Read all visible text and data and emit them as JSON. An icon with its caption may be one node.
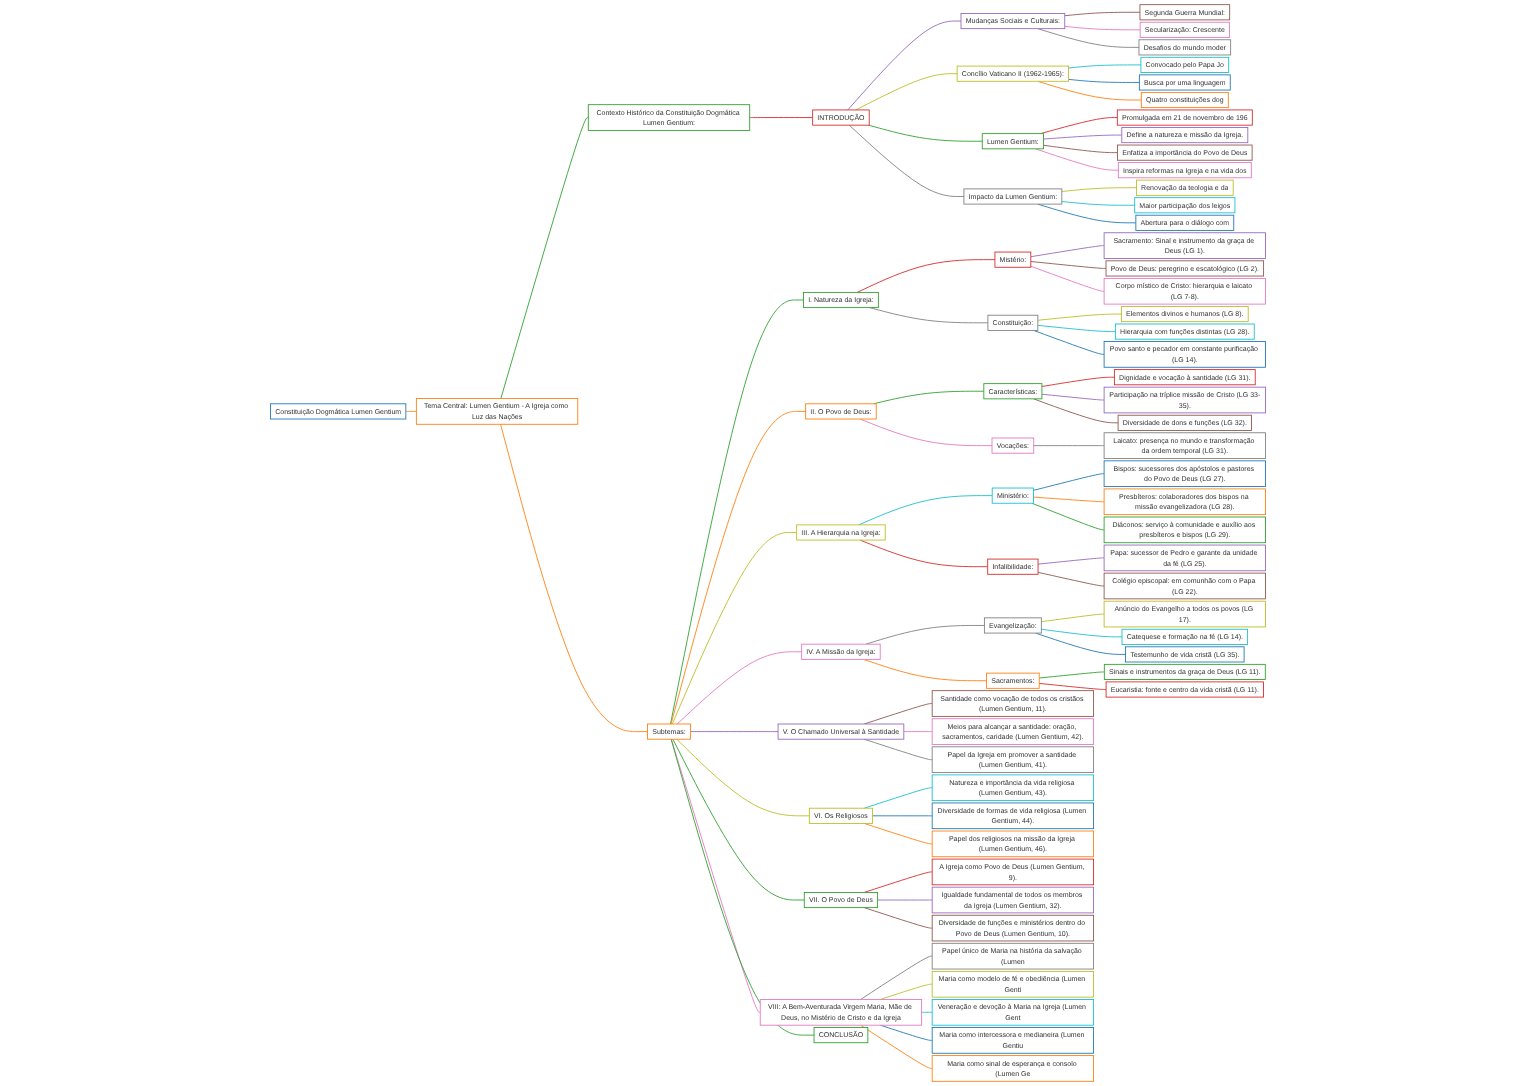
{
  "diagram": {
    "nodes": [
      {
        "text": [
          "Constituição Dogmática Lumen Gentium"
        ]
      },
      {
        "text": [
          "Tema Central: Lumen Gentium - A Igreja como Luz das Nações"
        ]
      },
      {
        "text": [
          "Contexto Histórico da Constituição Dogmática Lumen Gentium:"
        ]
      },
      {
        "text": [
          "INTRODUÇÃO"
        ]
      },
      {
        "text": [
          "Mudanças Sociais e Culturais:"
        ]
      },
      {
        "text": [
          "Segunda Guerra Mundial:"
        ]
      },
      {
        "text": [
          "Secularização: Crescente"
        ]
      },
      {
        "text": [
          "Desafios do mundo moder"
        ]
      },
      {
        "text": [
          "Concílio Vaticano II (1962-1965):"
        ]
      },
      {
        "text": [
          "Convocado pelo Papa Jo"
        ]
      },
      {
        "text": [
          "Busca por uma linguagem"
        ]
      },
      {
        "text": [
          "Quatro constituições dog"
        ]
      },
      {
        "text": [
          "Lumen Gentium:"
        ]
      },
      {
        "text": [
          "Promulgada em 21 de novembro de 196"
        ]
      },
      {
        "text": [
          "Define a natureza e missão da Igreja."
        ]
      },
      {
        "text": [
          "Enfatiza a importância do Povo de Deus"
        ]
      },
      {
        "text": [
          "Inspira reformas na Igreja e na vida dos"
        ]
      },
      {
        "text": [
          "Impacto da Lumen Gentium:"
        ]
      },
      {
        "text": [
          "Renovação da teologia e da"
        ]
      },
      {
        "text": [
          "Maior participação dos leigos"
        ]
      },
      {
        "text": [
          "Abertura para o diálogo com"
        ]
      },
      {
        "text": [
          "Subtemas:"
        ]
      },
      {
        "text": [
          "I. Natureza da Igreja:"
        ]
      },
      {
        "text": [
          "Mistério:"
        ]
      },
      {
        "text": [
          "Sacramento: Sinal e instrumento da graça de Deus (LG 1)."
        ]
      },
      {
        "text": [
          "Povo de Deus: peregrino e escatológico (LG 2)."
        ]
      },
      {
        "text": [
          "Corpo místico de Cristo: hierarquia e laicato (LG 7-8)."
        ]
      },
      {
        "text": [
          "Constituição:"
        ]
      },
      {
        "text": [
          "Elementos divinos e humanos (LG 8)."
        ]
      },
      {
        "text": [
          "Hierarquia com funções distintas (LG 28)."
        ]
      },
      {
        "text": [
          "Povo santo e pecador em constante purificação (LG 14)."
        ]
      },
      {
        "text": [
          "II. O Povo de Deus:"
        ]
      },
      {
        "text": [
          "Características:"
        ]
      },
      {
        "text": [
          "Dignidade e vocação à santidade (LG 31)."
        ]
      },
      {
        "text": [
          "Participação na tríplice missão de Cristo (LG 33-35)."
        ]
      },
      {
        "text": [
          "Diversidade de dons e funções (LG 32)."
        ]
      },
      {
        "text": [
          "Vocações:"
        ]
      },
      {
        "text": [
          "Laicato: presença no mundo e transformação da ordem temporal (LG 31)."
        ]
      },
      {
        "text": [
          "III. A Hierarquia na Igreja:"
        ]
      },
      {
        "text": [
          "Ministério:"
        ]
      },
      {
        "text": [
          "Bispos: sucessores dos apóstolos e pastores do Povo de Deus (LG 27)."
        ]
      },
      {
        "text": [
          "Presbíteros: colaboradores dos bispos na missão evangelizadora (LG 28)."
        ]
      },
      {
        "text": [
          "Diáconos: serviço à comunidade e auxílio aos presbíteros e bispos (LG 29)."
        ]
      },
      {
        "text": [
          "Infalibilidade:"
        ]
      },
      {
        "text": [
          "Papa: sucessor de Pedro e garante da unidade da fé (LG 25)."
        ]
      },
      {
        "text": [
          "Colégio episcopal: em comunhão com o Papa (LG 22)."
        ]
      },
      {
        "text": [
          "IV. A Missão da Igreja:"
        ]
      },
      {
        "text": [
          "Evangelização:"
        ]
      },
      {
        "text": [
          "Anúncio do Evangelho a todos os povos (LG 17)."
        ]
      },
      {
        "text": [
          "Catequese e formação na fé (LG 14)."
        ]
      },
      {
        "text": [
          "Testemunho de vida cristã (LG 35)."
        ]
      },
      {
        "text": [
          "Sacramentos:"
        ]
      },
      {
        "text": [
          "Sinais e instrumentos da graça de Deus (LG 11)."
        ]
      },
      {
        "text": [
          "Eucaristia: fonte e centro da vida cristã (LG 11)."
        ]
      },
      {
        "text": [
          "V. O Chamado Universal à Santidade"
        ]
      },
      {
        "text": [
          "Santidade como vocação de todos os cristãos (Lumen Gentium, 11)."
        ]
      },
      {
        "text": [
          "Meios para alcançar a santidade: oração, sacramentos, caridade (Lumen Gentium, 42)."
        ]
      },
      {
        "text": [
          "Papel da Igreja em promover a santidade (Lumen Gentium, 41)."
        ]
      },
      {
        "text": [
          "VI. Os Religiosos"
        ]
      },
      {
        "text": [
          "Natureza e importância da vida religiosa (Lumen Gentium, 43)."
        ]
      },
      {
        "text": [
          "Diversidade de formas de vida religiosa (Lumen Gentium, 44)."
        ]
      },
      {
        "text": [
          "Papel dos religiosos na missão da Igreja (Lumen Gentium, 46)."
        ]
      },
      {
        "text": [
          "VII. O Povo de Deus"
        ]
      },
      {
        "text": [
          "A Igreja como Povo de Deus (Lumen Gentium, 9)."
        ]
      },
      {
        "text": [
          "Igualdade fundamental de todos os membros da Igreja (Lumen Gentium, 32)."
        ]
      },
      {
        "text": [
          "Diversidade de funções e ministérios dentro do Povo de Deus (Lumen Gentium, 10)."
        ]
      },
      {
        "text": [
          "VIII: A Bem-Aventurada Virgem Maria, Mãe de Deus, no Mistério de Cristo e da Igreja"
        ]
      },
      {
        "text": [
          "Papel único de Maria na história da salvação (Lumen"
        ]
      },
      {
        "text": [
          "Maria como modelo de fé e obediência (Lumen Genti"
        ]
      },
      {
        "text": [
          "Veneração e devoção à Maria na Igreja (Lumen Gent"
        ]
      },
      {
        "text": [
          "Maria como intercessora e medianeira (Lumen Gentiu"
        ]
      },
      {
        "text": [
          "Maria como sinal de esperança e consolo (Lumen Ge"
        ]
      },
      {
        "text": [
          "CONCLUSÃO"
        ]
      }
    ],
    "edges": [
      {
        "from": 0,
        "to": 1,
        "arrow": "none",
        "color": "#ff7f0e"
      },
      {
        "from": 1,
        "to": 2,
        "arrow": "none",
        "color": "#2ca02c"
      },
      {
        "from": 2,
        "to": 3,
        "arrow": "none",
        "color": "#d62728"
      },
      {
        "from": 3,
        "to": 4,
        "arrow": "none",
        "color": "#9467bd"
      },
      {
        "from": 4,
        "to": 5,
        "arrow": "none",
        "color": "#8c564b"
      },
      {
        "from": 4,
        "to": 6,
        "arrow": "none",
        "color": "#e377c2"
      },
      {
        "from": 4,
        "to": 7,
        "arrow": "none",
        "color": "#7f7f7f"
      },
      {
        "from": 3,
        "to": 8,
        "arrow": "none",
        "color": "#bcbd22"
      },
      {
        "from": 8,
        "to": 9,
        "arrow": "none",
        "color": "#17becf"
      },
      {
        "from": 8,
        "to": 10,
        "arrow": "none",
        "color": "#1f77b4"
      },
      {
        "from": 8,
        "to": 11,
        "arrow": "none",
        "color": "#ff7f0e"
      },
      {
        "from": 3,
        "to": 12,
        "arrow": "none",
        "color": "#2ca02c"
      },
      {
        "from": 12,
        "to": 13,
        "arrow": "none",
        "color": "#d62728"
      },
      {
        "from": 12,
        "to": 14,
        "arrow": "none",
        "color": "#9467bd"
      },
      {
        "from": 12,
        "to": 15,
        "arrow": "none",
        "color": "#8c564b"
      },
      {
        "from": 12,
        "to": 16,
        "arrow": "none",
        "color": "#e377c2"
      },
      {
        "from": 3,
        "to": 17,
        "arrow": "none",
        "color": "#7f7f7f"
      },
      {
        "from": 17,
        "to": 18,
        "arrow": "none",
        "color": "#bcbd22"
      },
      {
        "from": 17,
        "to": 19,
        "arrow": "none",
        "color": "#17becf"
      },
      {
        "from": 17,
        "to": 20,
        "arrow": "none",
        "color": "#1f77b4"
      },
      {
        "from": 1,
        "to": 21,
        "arrow": "none",
        "color": "#ff7f0e"
      },
      {
        "from": 21,
        "to": 22,
        "arrow": "none",
        "color": "#2ca02c"
      },
      {
        "from": 22,
        "to": 23,
        "arrow": "none",
        "color": "#d62728"
      },
      {
        "from": 23,
        "to": 24,
        "arrow": "none",
        "color": "#9467bd"
      },
      {
        "from": 23,
        "to": 25,
        "arrow": "none",
        "color": "#8c564b"
      },
      {
        "from": 23,
        "to": 26,
        "arrow": "none",
        "color": "#e377c2"
      },
      {
        "from": 22,
        "to": 27,
        "arrow": "none",
        "color": "#7f7f7f"
      },
      {
        "from": 27,
        "to": 28,
        "arrow": "none",
        "color": "#bcbd22"
      },
      {
        "from": 27,
        "to": 29,
        "arrow": "none",
        "color": "#17becf"
      },
      {
        "from": 27,
        "to": 30,
        "arrow": "none",
        "color": "#1f77b4"
      },
      {
        "from": 21,
        "to": 31,
        "arrow": "none",
        "color": "#ff7f0e"
      },
      {
        "from": 31,
        "to": 32,
        "arrow": "none",
        "color": "#2ca02c"
      },
      {
        "from": 32,
        "to": 33,
        "arrow": "none",
        "color": "#d62728"
      },
      {
        "from": 32,
        "to": 34,
        "arrow": "none",
        "color": "#9467bd"
      },
      {
        "from": 32,
        "to": 35,
        "arrow": "none",
        "color": "#8c564b"
      },
      {
        "from": 31,
        "to": 36,
        "arrow": "none",
        "color": "#e377c2"
      },
      {
        "from": 36,
        "to": 37,
        "arrow": "none",
        "color": "#7f7f7f"
      },
      {
        "from": 21,
        "to": 38,
        "arrow": "none",
        "color": "#bcbd22"
      },
      {
        "from": 38,
        "to": 39,
        "arrow": "none",
        "color": "#17becf"
      },
      {
        "from": 39,
        "to": 40,
        "arrow": "none",
        "color": "#1f77b4"
      },
      {
        "from": 39,
        "to": 41,
        "arrow": "none",
        "color": "#ff7f0e"
      },
      {
        "from": 39,
        "to": 42,
        "arrow": "none",
        "color": "#2ca02c"
      },
      {
        "from": 38,
        "to": 43,
        "arrow": "none",
        "color": "#d62728"
      },
      {
        "from": 43,
        "to": 44,
        "arrow": "none",
        "color": "#9467bd"
      },
      {
        "from": 43,
        "to": 45,
        "arrow": "none",
        "color": "#8c564b"
      },
      {
        "from": 21,
        "to": 46,
        "arrow": "none",
        "color": "#e377c2"
      },
      {
        "from": 46,
        "to": 47,
        "arrow": "none",
        "color": "#7f7f7f"
      },
      {
        "from": 47,
        "to": 48,
        "arrow": "none",
        "color": "#bcbd22"
      },
      {
        "from": 47,
        "to": 49,
        "arrow": "none",
        "color": "#17becf"
      },
      {
        "from": 47,
        "to": 50,
        "arrow": "none",
        "color": "#1f77b4"
      },
      {
        "from": 46,
        "to": 51,
        "arrow": "none",
        "color": "#ff7f0e"
      },
      {
        "from": 51,
        "to": 52,
        "arrow": "none",
        "color": "#2ca02c"
      },
      {
        "from": 51,
        "to": 53,
        "arrow": "none",
        "color": "#d62728"
      },
      {
        "from": 21,
        "to": 54,
        "arrow": "none",
        "color": "#9467bd"
      },
      {
        "from": 54,
        "to": 55,
        "arrow": "none",
        "color": "#8c564b"
      },
      {
        "from": 54,
        "to": 56,
        "arrow": "none",
        "color": "#e377c2"
      },
      {
        "from": 54,
        "to": 57,
        "arrow": "none",
        "color": "#7f7f7f"
      },
      {
        "from": 21,
        "to": 58,
        "arrow": "none",
        "color": "#bcbd22"
      },
      {
        "from": 58,
        "to": 59,
        "arrow": "none",
        "color": "#17becf"
      },
      {
        "from": 58,
        "to": 60,
        "arrow": "none",
        "color": "#1f77b4"
      },
      {
        "from": 58,
        "to": 61,
        "arrow": "none",
        "color": "#ff7f0e"
      },
      {
        "from": 21,
        "to": 62,
        "arrow": "none",
        "color": "#2ca02c"
      },
      {
        "from": 62,
        "to": 63,
        "arrow": "none",
        "color": "#d62728"
      },
      {
        "from": 62,
        "to": 64,
        "arrow": "none",
        "color": "#9467bd"
      },
      {
        "from": 62,
        "to": 65,
        "arrow": "none",
        "color": "#8c564b"
      },
      {
        "from": 21,
        "to": 66,
        "arrow": "none",
        "color": "#e377c2"
      },
      {
        "from": 66,
        "to": 67,
        "arrow": "none",
        "color": "#7f7f7f"
      },
      {
        "from": 66,
        "to": 68,
        "arrow": "none",
        "color": "#bcbd22"
      },
      {
        "from": 66,
        "to": 69,
        "arrow": "none",
        "color": "#17becf"
      },
      {
        "from": 66,
        "to": 70,
        "arrow": "none",
        "color": "#1f77b4"
      },
      {
        "from": 66,
        "to": 71,
        "arrow": "none",
        "color": "#ff7f0e"
      },
      {
        "from": 21,
        "to": 72,
        "arrow": "none",
        "color": "#2ca02c"
      }
    ]
  }
}
